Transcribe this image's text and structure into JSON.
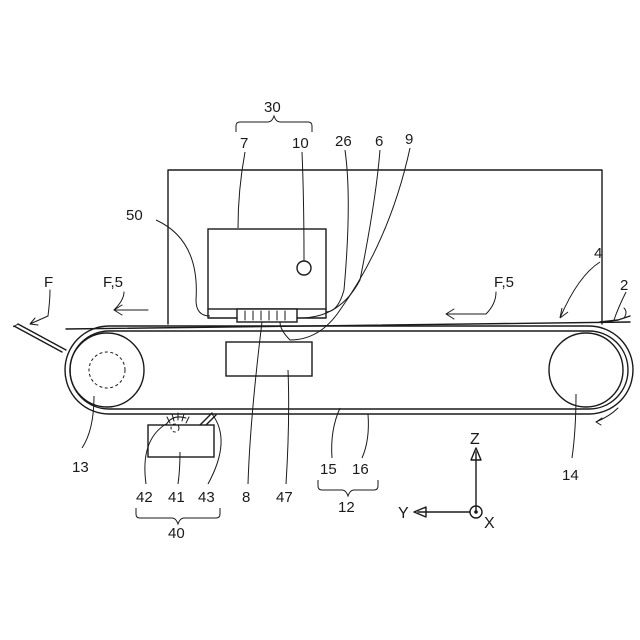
{
  "diagram": {
    "labels": {
      "l30": "30",
      "l7": "7",
      "l10": "10",
      "l26": "26",
      "l6": "6",
      "l9": "9",
      "l50": "50",
      "lF": "F",
      "lF5left": "F,5",
      "lF5right": "F,5",
      "l4": "4",
      "l2": "2",
      "l13": "13",
      "l14": "14",
      "l15": "15",
      "l16": "16",
      "l12": "12",
      "l8": "8",
      "l47": "47",
      "l42": "42",
      "l41": "41",
      "l43": "43",
      "l40": "40"
    },
    "axes": {
      "z": "Z",
      "y": "Y",
      "x": "X"
    }
  }
}
